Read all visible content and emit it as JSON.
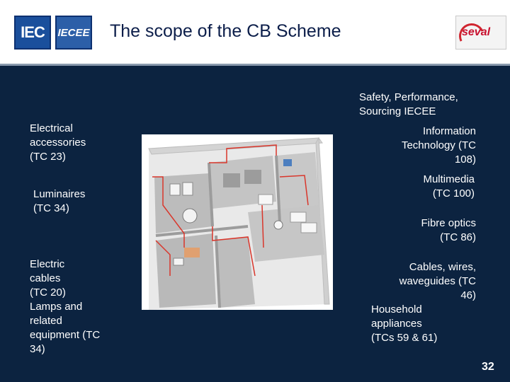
{
  "header": {
    "title": "The scope of the CB Scheme"
  },
  "logos": {
    "iec": "IEC",
    "iecee": "IECEE",
    "seval": "seval"
  },
  "left_labels": [
    "Electrical\naccessories\n(TC 23)",
    "Luminaires\n(TC 34)",
    "Electric\ncables\n(TC 20)\nLamps and\nrelated\nequipment (TC\n34)"
  ],
  "right_labels": [
    "Safety, Performance,\nSourcing IECEE",
    "Information\nTechnology (TC\n108)",
    "Multimedia\n(TC 100)",
    "Fibre optics\n(TC 86)",
    "Cables, wires,\nwaveguides (TC\n46)",
    "Household\nappliances\n(TCs 59 & 61)"
  ],
  "slide_number": "32",
  "colors": {
    "background": "#0c2340",
    "header": "#ffffff",
    "title": "#0c1e4a",
    "wiring": "#d9362b"
  }
}
